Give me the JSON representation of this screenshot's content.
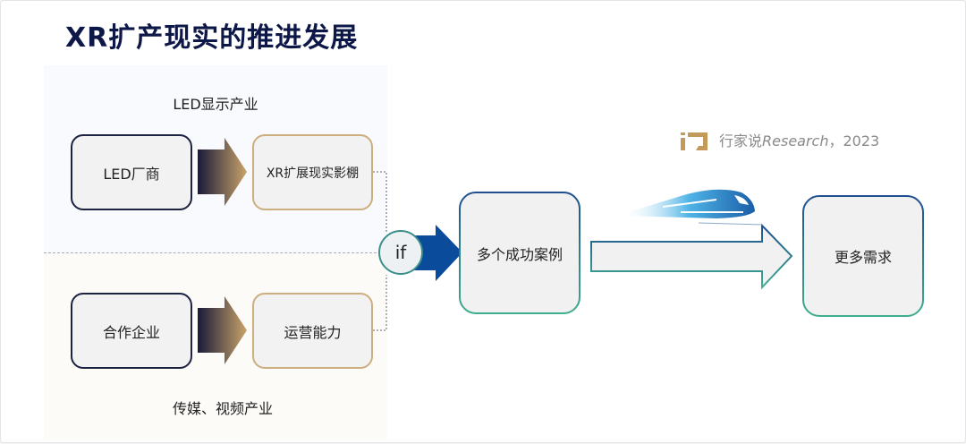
{
  "title": "XR扩产现实的推进发展",
  "sections": {
    "top_label": "LED显示产业",
    "bottom_label": "传媒、视频产业"
  },
  "nodes": {
    "led_maker": "LED厂商",
    "xr_studio": "XR扩展现实影棚",
    "partner": "合作企业",
    "operation": "运营能力",
    "condition": "if",
    "success": "多个成功案例",
    "demand": "更多需求"
  },
  "source": {
    "prefix": "行家说",
    "italic": "Research",
    "suffix": "，2023"
  },
  "colors": {
    "title": "#0e1848",
    "navy": "#1c2240",
    "gold": "#cdae7e",
    "blue": "#0a4b9c",
    "teal": "#3a9e8a"
  }
}
